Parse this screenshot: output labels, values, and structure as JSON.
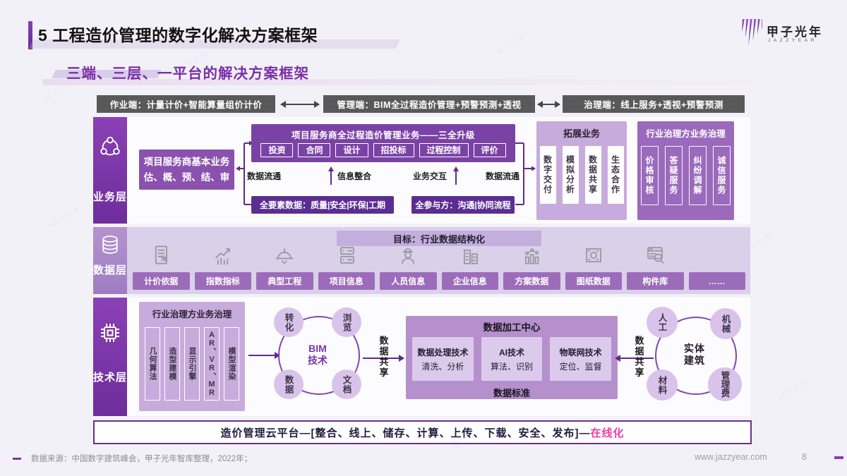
{
  "page": {
    "title": "5 工程造价管理的数字化解决方案框架",
    "subtitle": "三端、三层、一平台的解决方案框架"
  },
  "logo": {
    "cn": "甲子光年",
    "en": "JAZZYEAR"
  },
  "top_bar": {
    "items": [
      "作业端：计量计价+智能算量组价计价",
      "管理端：BIM全过程造价管理+预警预测+透视",
      "治理端：线上服务+透视+预警预测"
    ]
  },
  "business_layer": {
    "label": "业务层",
    "basic_line1": "项目服务商基本业务",
    "basic_line2": "估、概、预、结、审",
    "flow_left": "数据流通",
    "process_title": "项目服务商全过程造价管理业务——三全升级",
    "process_items": [
      "投资",
      "合同",
      "设计",
      "招投标",
      "过程控制",
      "评价"
    ],
    "info_integration": "信息整合",
    "business_interaction": "业务交互",
    "flow_right": "数据流通",
    "factors": "全要素数据：质量|安全|环保|工期",
    "participants": "全参与方：沟通|协同流程",
    "expand": {
      "title": "拓展业务",
      "items": [
        "数字交付",
        "模拟分析",
        "数据共享",
        "生态合作"
      ]
    },
    "governance": {
      "title": "行业治理方业务治理",
      "items": [
        "价格审核",
        "答疑服务",
        "纠纷调解",
        "诚信服务"
      ]
    }
  },
  "data_layer": {
    "label": "数据层",
    "goal": "目标：行业数据结构化",
    "items": [
      {
        "icon": "invoice-icon",
        "label": "计价依据"
      },
      {
        "icon": "trend-icon",
        "label": "指数指标"
      },
      {
        "icon": "helmet-icon",
        "label": "典型工程"
      },
      {
        "icon": "server-icon",
        "label": "项目信息"
      },
      {
        "icon": "worker-icon",
        "label": "人员信息"
      },
      {
        "icon": "buildings-icon",
        "label": "企业信息"
      },
      {
        "icon": "chart-icon",
        "label": "方案数据"
      },
      {
        "icon": "blueprint-icon",
        "label": "图纸数据"
      },
      {
        "icon": "library-icon",
        "label": "构件库"
      },
      {
        "icon": "",
        "label": "……"
      }
    ]
  },
  "tech_layer": {
    "label": "技术层",
    "graphics": {
      "title": "行业治理方业务治理",
      "items": [
        "几何算法",
        "造型建模",
        "显示引擎",
        "AR、VR、MR",
        "模型渲染"
      ]
    },
    "bim": {
      "center_line1": "BIM",
      "center_line2": "技术",
      "nodes": [
        "转化",
        "浏览",
        "数据",
        "文档"
      ]
    },
    "share_left": "数据共享",
    "processing": {
      "title": "数据加工中心",
      "items": [
        {
          "line1": "数据处理技术",
          "line2": "清洗、分析"
        },
        {
          "line1": "AI技术",
          "line2": "算法、识别"
        },
        {
          "line1": "物联网技术",
          "line2": "定位、监督"
        }
      ],
      "standard": "数据标准"
    },
    "share_right": "数据共享",
    "entity": {
      "center_line1": "实体",
      "center_line2": "建筑",
      "nodes": [
        "人工",
        "机械",
        "材料",
        "管理费"
      ]
    }
  },
  "platform": {
    "main": "造价管理云平台—[整合、线上、储存、计算、上传、下载、安全、发布]—",
    "highlight": "在线化"
  },
  "footer": {
    "source": "数据来源：中国数字建筑峰会，甲子光年智库整理，2022年；",
    "website": "www.jazzyear.com",
    "page": "8"
  },
  "colors": {
    "accent": "#7d35a8",
    "highlight": "#ea3fa5",
    "dark_box": "#595959",
    "layer_light": "#c8abdd",
    "layer_mid": "#9b6abc"
  }
}
